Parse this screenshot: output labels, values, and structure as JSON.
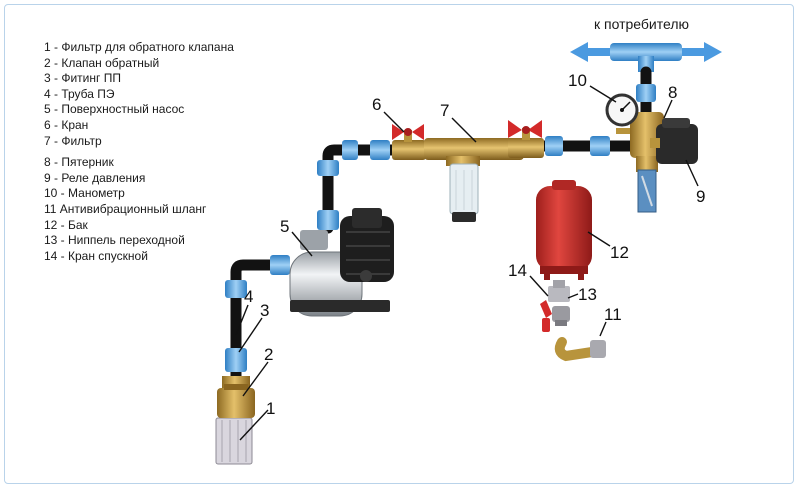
{
  "legend": {
    "items": [
      "1 - Фильтр для обратного клапана",
      "2 - Клапан  обратный",
      "3 - Фитинг ПП",
      "4 - Труба ПЭ",
      "5 - Поверхностный насос",
      "6 - Кран",
      "7 - Фильтр",
      "8 - Пятерник",
      "9 - Реле давления",
      "10 - Манометр",
      "11 Антивибрационный шланг",
      "12 - Бак",
      "13 - Ниппель переходной",
      "14 - Кран спускной"
    ]
  },
  "consumer_label": "к потребителю",
  "callouts": [
    "1",
    "2",
    "3",
    "4",
    "5",
    "6",
    "7",
    "8",
    "9",
    "10",
    "11",
    "12",
    "13",
    "14"
  ],
  "colors": {
    "pipe": "#121212",
    "fitting": "#5aa3dd",
    "brass": "#c9a24a",
    "valve_handle": "#d32a2a",
    "tank": "#c9302c",
    "arrow": "#4b9ae0"
  }
}
